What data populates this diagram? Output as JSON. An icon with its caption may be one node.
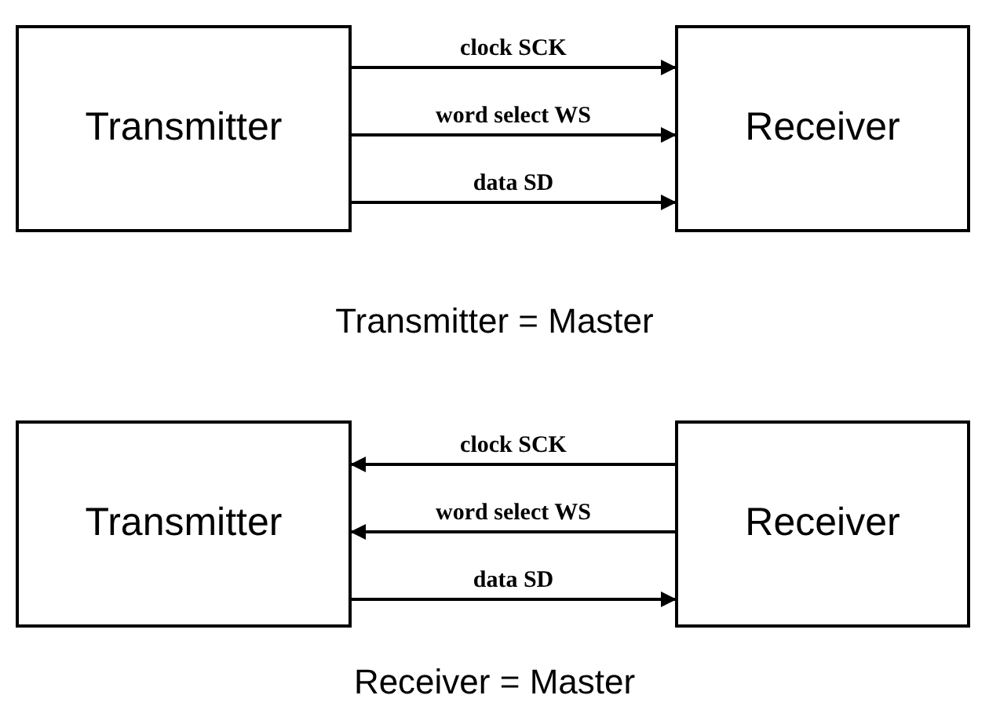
{
  "diagram": {
    "nodes": [
      {
        "text": [
          "Transmitter"
        ]
      },
      {
        "text": [
          "Receiver"
        ]
      },
      {
        "text": [
          "Transmitter"
        ]
      },
      {
        "text": [
          "Receiver"
        ]
      }
    ],
    "edges": [
      {
        "from": 0,
        "to": 1,
        "arrow": "to",
        "label": "clock SCK"
      },
      {
        "from": 0,
        "to": 1,
        "arrow": "to",
        "label": "word select WS"
      },
      {
        "from": 0,
        "to": 1,
        "arrow": "to",
        "label": "data SD"
      },
      {
        "from": 3,
        "to": 2,
        "arrow": "to",
        "label": "clock SCK"
      },
      {
        "from": 3,
        "to": 2,
        "arrow": "to",
        "label": "word select WS"
      },
      {
        "from": 2,
        "to": 3,
        "arrow": "to",
        "label": "data SD"
      }
    ],
    "labels": [
      "Transmitter = Master",
      "Receiver = Master"
    ]
  }
}
